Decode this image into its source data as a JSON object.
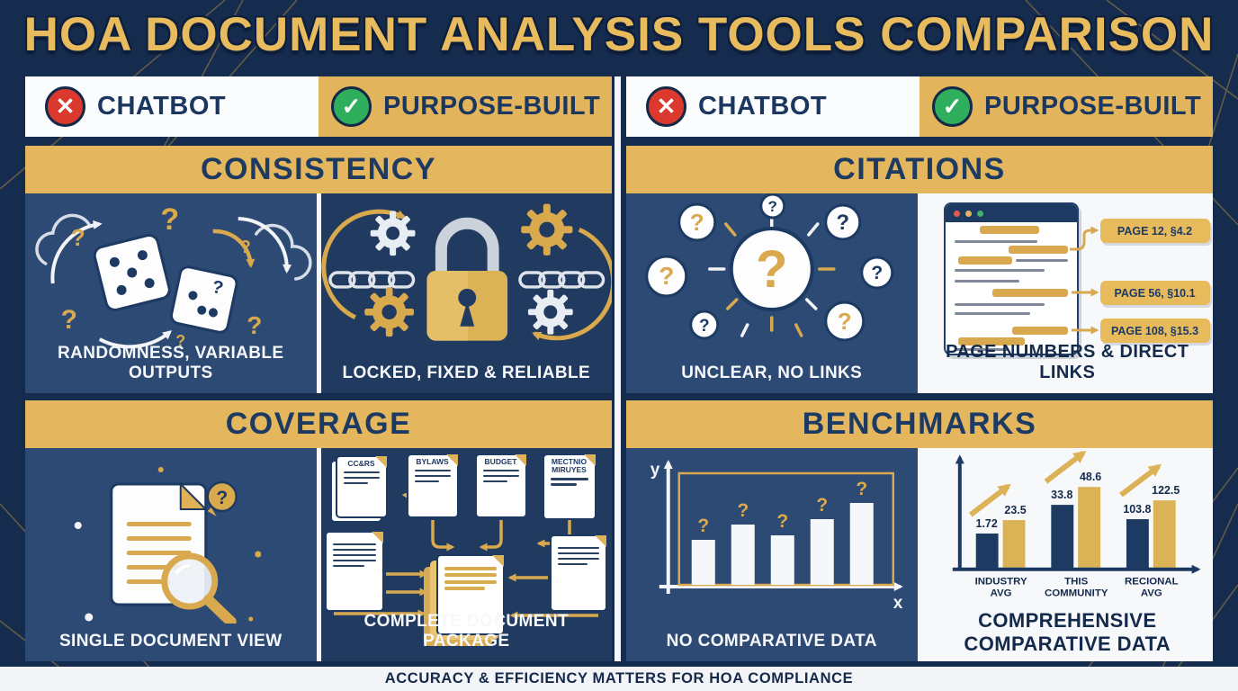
{
  "title": "HOA DOCUMENT ANALYSIS TOOLS COMPARISON",
  "footer": "ACCURACY & EFFICIENCY MATTERS FOR HOA COMPLIANCE",
  "icons": {
    "x": "✕",
    "check": "✓",
    "question": "?"
  },
  "header": {
    "chatbot": "CHATBOT",
    "purpose": "PURPOSE-BUILT"
  },
  "consistency": {
    "title": "CONSISTENCY",
    "chatbot_caption": "RANDOMNESS, VARIABLE OUTPUTS",
    "purpose_caption": "LOCKED, FIXED & RELIABLE"
  },
  "citations": {
    "title": "CITATIONS",
    "chatbot_caption": "UNCLEAR, NO LINKS",
    "purpose_caption": "PAGE NUMBERS & DIRECT LINKS",
    "callouts": [
      "PAGE 12, §4.2",
      "PAGE 56, §10.1",
      "PAGE 108, §15.3"
    ]
  },
  "coverage": {
    "title": "COVERAGE",
    "chatbot_caption": "SINGLE DOCUMENT VIEW",
    "purpose_caption": "COMPLETE DOCUMENT PACKAGE",
    "doc_labels": [
      "CC&RS",
      "BYLAWS",
      "BUDGET",
      "MECTNIO MIRUYES"
    ]
  },
  "benchmarks": {
    "title": "BENCHMARKS",
    "chatbot_caption": "NO COMPARATIVE DATA",
    "purpose_caption_lines": [
      "COMPREHENSIVE",
      "COMPARATIVE DATA"
    ],
    "axes": {
      "x": "x",
      "y": "y"
    }
  },
  "colors": {
    "background_navy": "#162c4f",
    "panel_navy_light": "#2c4a73",
    "panel_navy_dark": "#213a5f",
    "gold": "#e2b45c",
    "gold_deep": "#d9a94e",
    "navy_text": "#1d3a63",
    "white": "#f7f8fa",
    "red": "#dc392e",
    "green": "#2fae5d"
  },
  "chart_data": [
    {
      "type": "bar",
      "panel": "benchmarks-chatbot",
      "title": "NO COMPARATIVE DATA",
      "categories": [
        "",
        "",
        "",
        "",
        ""
      ],
      "annotations": [
        "?",
        "?",
        "?",
        "?",
        "?"
      ],
      "bar_heights_rel": [
        0.42,
        0.57,
        0.47,
        0.62,
        0.77
      ],
      "xlabel": "x",
      "ylabel": "y",
      "values_shown": false
    },
    {
      "type": "bar",
      "panel": "benchmarks-purpose-built",
      "title": "COMPREHENSIVE COMPARATIVE DATA",
      "categories": [
        "INDUSTRY AVG",
        "THIS COMMUNITY",
        "RECIONAL AVG"
      ],
      "series": [
        {
          "name": "dark",
          "color": "#1d3a63",
          "values": [
            1.72,
            33.8,
            103.8
          ],
          "heights_rel": [
            0.33,
            0.6,
            0.47
          ]
        },
        {
          "name": "gold",
          "color": "#dcb257",
          "values": [
            23.5,
            48.6,
            122.5
          ],
          "heights_rel": [
            0.46,
            0.77,
            0.64
          ]
        }
      ],
      "annotations": "gold upward trend arrows above each group"
    }
  ]
}
